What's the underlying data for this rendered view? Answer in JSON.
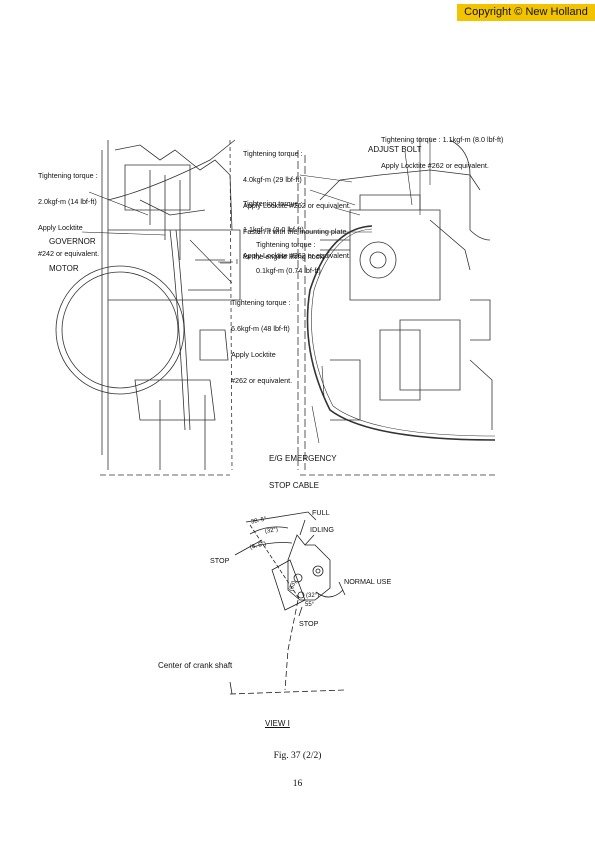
{
  "header": {
    "copyright": "Copyright © New Holland"
  },
  "labels": {
    "tq_top_right_1": "Tightening torque : 1.1kgf-m (8.0 lbf-ft)",
    "tq_top_right_2": "Apply Locktite #262 or equivalent.",
    "tq_center_1": "Tightening torque :",
    "tq_center_2": "4.0kgf-m (29 lbf-ft)",
    "tq_center_3": "Apply Locktite #262 or equivalent.",
    "tq_center_4": "Fasten it with the mounting plate",
    "tq_center_5": "for the engine lifting hook",
    "adjust_bolt": "ADJUST BOLT",
    "tq_left_1": "Tightening torque :",
    "tq_left_2": "2.0kgf-m (14 lbf-ft)",
    "tq_left_3": "Apply Locktite",
    "tq_left_4": "#242 or equivalent.",
    "tq_mid2_1": "Tightening torque :",
    "tq_mid2_2": "1.1kgf-m (8.0 lbf-ft)",
    "tq_mid2_3": "Apply Locktite #262 or equivalent.",
    "tq_mid3_1": "Tightening torque :",
    "tq_mid3_2": "0.1kgf-m (0.74 lbf-ft)",
    "governor_1": "GOVERNOR",
    "governor_2": "MOTOR",
    "tq_low_1": "Tightening torque :",
    "tq_low_2": "6.6kgf-m (48 lbf-ft)",
    "tq_low_3": "Apply Locktite",
    "tq_low_4": "#262 or equivalent.",
    "eg_stop_1": "E/G EMERGENCY",
    "eg_stop_2": "STOP CABLE",
    "arrow_mark": "I"
  },
  "view_detail": {
    "full": "FULL",
    "idling": "IDLING",
    "stop_left": "STOP",
    "normal_use": "NORMAL USE",
    "stop_bottom": "STOP",
    "angle_1": "38. 5°",
    "angle_2": "(32°)",
    "angle_3": "(6. 5°)",
    "angle_4": "(63)",
    "angle_5": "(32°)",
    "angle_6": "55°",
    "center_crank": "Center of crank shaft",
    "view_label": "VIEW I"
  },
  "figure": {
    "caption": "Fig. 37 (2/2)",
    "page_number": "16"
  }
}
